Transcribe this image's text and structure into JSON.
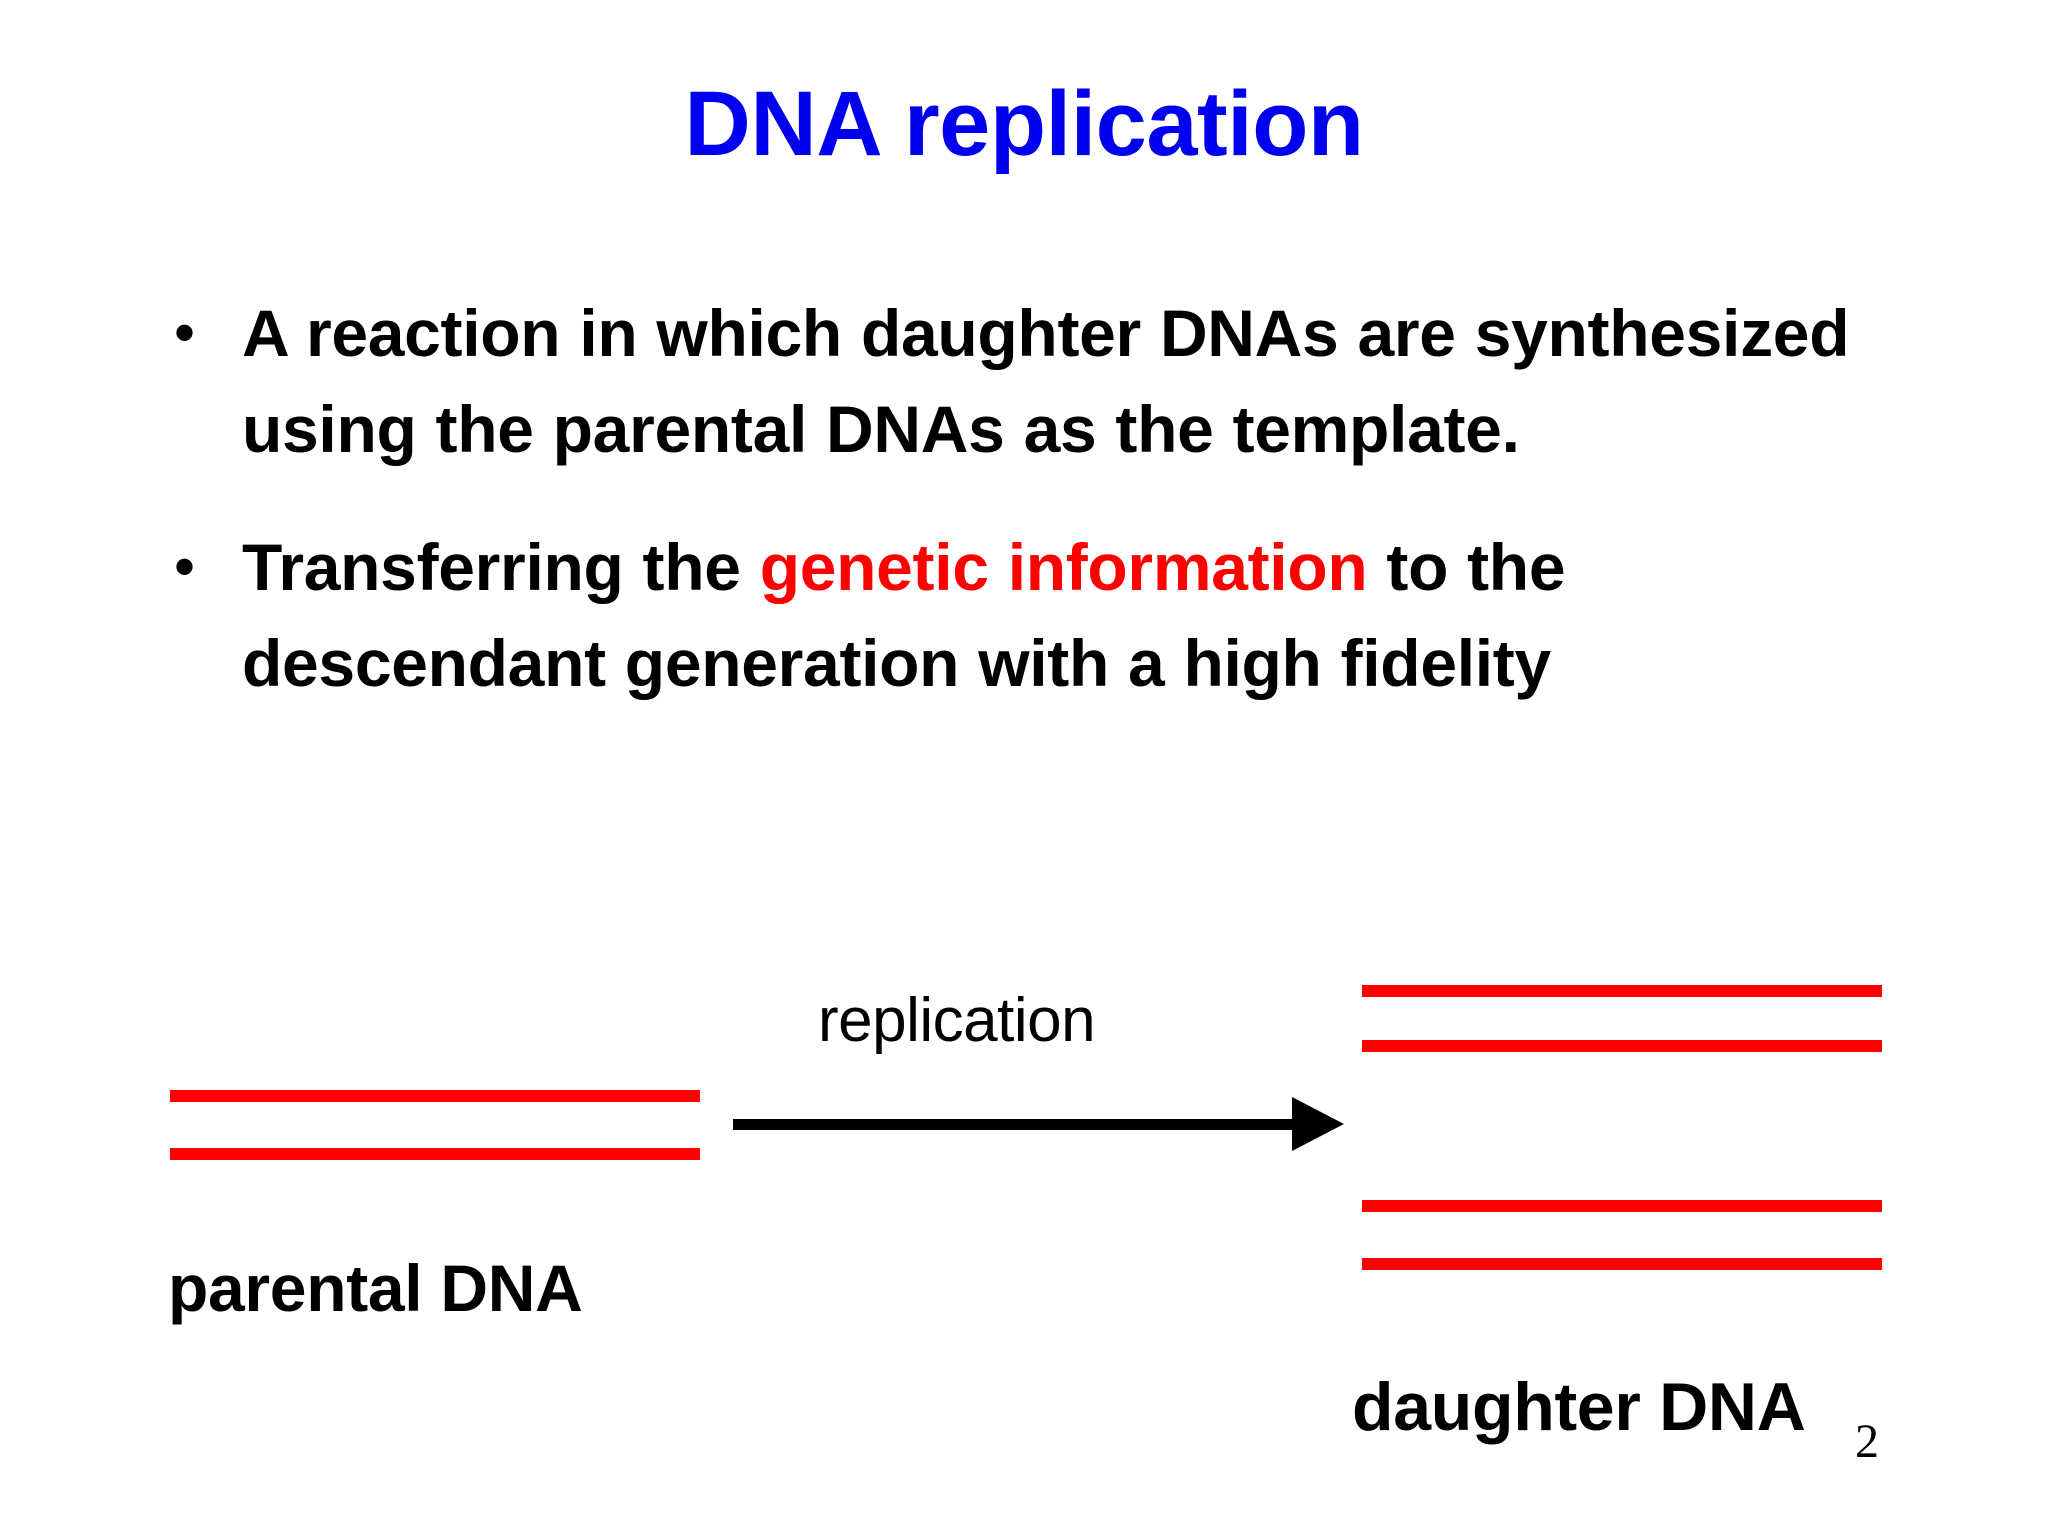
{
  "slide": {
    "title": "DNA replication",
    "title_color": "#0000ee",
    "background_color": "#ffffff",
    "page_number": "2"
  },
  "bullets": [
    {
      "marker": "•",
      "segments": [
        {
          "text": "A reaction in which daughter DNAs are synthesized using the parental DNAs as the template.",
          "color": "#000000"
        }
      ]
    },
    {
      "marker": "•",
      "segments": [
        {
          "text": "Transferring the ",
          "color": "#000000"
        },
        {
          "text": "genetic information",
          "color": "#ff0000"
        },
        {
          "text": " to the descendant generation with a high fidelity",
          "color": "#000000"
        }
      ]
    }
  ],
  "diagram": {
    "arrow_label": "replication",
    "parental_label": "parental DNA",
    "daughter_label": "daughter DNA",
    "strand_color": "#ff0000",
    "arrow_color": "#000000",
    "parental_strand_count": 2,
    "daughter_duplex_count": 2,
    "daughter_strands_per_duplex": 2
  }
}
